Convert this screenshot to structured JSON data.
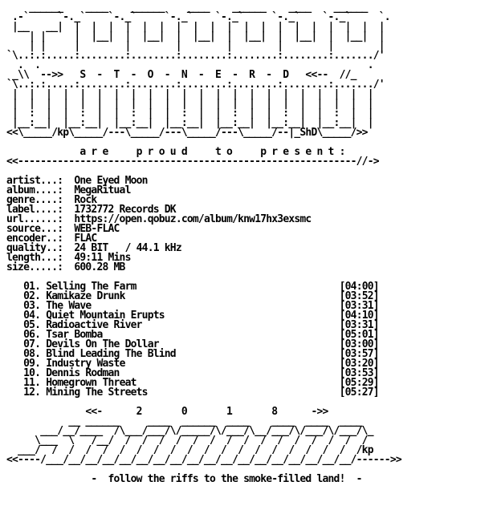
{
  "header_art": [
    "    ______    ____    ______    ____    ______    ____    ______",
    " .-`     `-._`    `-._`     `-._`    `-._`     `-._`    `-._`     `.",
    " |__   __|  |  |  |  |  |  |  |  |  |  |  |  |  |  |  |  |  |  |  |",
    "    | |     |  |__|  |  |__|  |  |__|  |  |__|  |  |__|  |  |__|  |",
    "    | |     |        |        |        |        |        |        |",
    "`\\..:.:.....:........:........:........:........:........:......./'",
    "  .  .                                                          .",
    " _\\\\  -->>   S  -  T  -  O  -  N  -  E  -  R  -  D   <<--  //_",
    "`\\..:.:.....:........:........:........:........:........:......./'",
    " |  |  |  |  |  |  |  |  |  |  |  |  |  |  |  |  |  |  |  |  |  |",
    " |  |  |  |  |  |  |  |  |  |  |  |  |  |  |  |  |  |  |  |  |  |",
    " |  :  |  |  :  |  |  :  |  |  :  |  |  :  |  |  :  |  |  :  |  |",
    " |__:__|  |__:__|  |__:__|  |__:__|  |__:__|  |__:__|  |__:__|  |",
    "<<\\_____/kp\\_____/---\\_____/---\\_____/---\\_____/--|_ShD\\_____/>>"
  ],
  "present_line": "             a r e     p r o u d     t o     p r e s e n t :",
  "divider": "<<------------------------------------------------------------//->",
  "info": {
    "artist": {
      "label": "artist...:",
      "value": "One Eyed Moon"
    },
    "album": {
      "label": "album....:",
      "value": "MegaRitual"
    },
    "genre": {
      "label": "genre....:",
      "value": "Rock"
    },
    "label": {
      "label": "label....:",
      "value": "1732772 Records DK"
    },
    "url": {
      "label": "url......:",
      "value": "https://open.qobuz.com/album/knw17hx3exsmc"
    },
    "source": {
      "label": "source...:",
      "value": "WEB-FLAC"
    },
    "encoder": {
      "label": "encoder..:",
      "value": "FLAC"
    },
    "quality": {
      "label": "quality..:",
      "value": "24 BIT   / 44.1 kHz"
    },
    "length": {
      "label": "length...:",
      "value": "49:11 Mins"
    },
    "size": {
      "label": "size.....:",
      "value": "600.28 MB"
    }
  },
  "tracks": [
    {
      "num": "01.",
      "title": "Selling The Farm",
      "time": "[04:00]"
    },
    {
      "num": "02.",
      "title": "Kamikaze Drunk",
      "time": "[03:52]"
    },
    {
      "num": "03.",
      "title": "The Wave",
      "time": "[03:31]"
    },
    {
      "num": "04.",
      "title": "Quiet Mountain Erupts",
      "time": "[04:10]"
    },
    {
      "num": "05.",
      "title": "Radioactive River",
      "time": "[03:31]"
    },
    {
      "num": "06.",
      "title": "Tsar Bomba",
      "time": "[05:01]"
    },
    {
      "num": "07.",
      "title": "Devils On The Dollar",
      "time": "[03:00]"
    },
    {
      "num": "08.",
      "title": "Blind Leading The Blind",
      "time": "[03:57]"
    },
    {
      "num": "09.",
      "title": "Industry Waste",
      "time": "[03:20]"
    },
    {
      "num": "10.",
      "title": "Dennis Rodman",
      "time": "[03:53]"
    },
    {
      "num": "11.",
      "title": "Homegrown Threat",
      "time": "[05:29]"
    },
    {
      "num": "12.",
      "title": "Mining The Streets",
      "time": "[05:27]"
    }
  ],
  "year_line": "              <<-      2       0       1       8      ->>",
  "footer_art": [
    "           __ ______     ____  ______  ____    ____  ____  ____",
    "      ___/__/____  /\\___/___/\\/_____/\\/___/\\__/___/\\/___/\\/___/\\_",
    "     \\___  \\   /__/  /  /  /  /  /  /  /  /  /  /  /  /  /  /  /",
    "  ___/  /  /  /  /  /  /  /  /  /  /  /  /  /  /  /  /  /  /  /kp",
    "<<----/___/__/__/__/__/__/__/__/__/__/__/__/__/__/__/__/__/__/------>>",
    "   ________________________________________________________________"
  ],
  "tagline": "               -  follow the riffs to the smoke-filled land!  -"
}
